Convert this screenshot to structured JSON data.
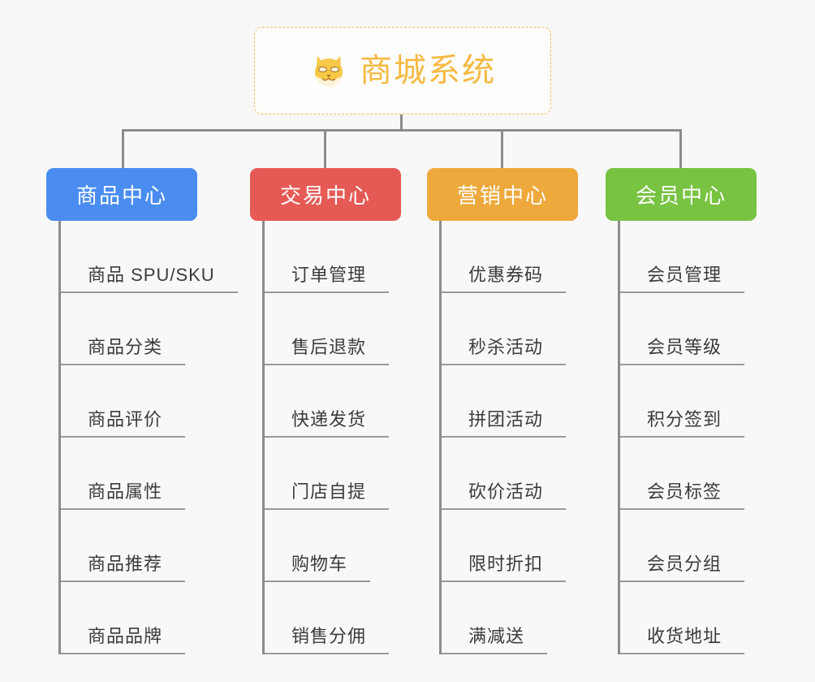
{
  "root": {
    "title": "商城系统",
    "icon": "shiba-dog-emoji",
    "border_color": "#f0c060",
    "text_color": "#f5b942"
  },
  "connector_color": "#8c8c8c",
  "background_color": "#f8f8f8",
  "columns": [
    {
      "title": "商品中心",
      "color": "#4a8cf0",
      "items": [
        "商品 SPU/SKU",
        "商品分类",
        "商品评价",
        "商品属性",
        "商品推荐",
        "商品品牌"
      ]
    },
    {
      "title": "交易中心",
      "color": "#e55a55",
      "items": [
        "订单管理",
        "售后退款",
        "快递发货",
        "门店自提",
        "购物车",
        "销售分佣"
      ]
    },
    {
      "title": "营销中心",
      "color": "#eda93c",
      "items": [
        "优惠券码",
        "秒杀活动",
        "拼团活动",
        "砍价活动",
        "限时折扣",
        "满减送"
      ]
    },
    {
      "title": "会员中心",
      "color": "#78c342",
      "items": [
        "会员管理",
        "会员等级",
        "积分签到",
        "会员标签",
        "会员分组",
        "收货地址"
      ]
    }
  ]
}
